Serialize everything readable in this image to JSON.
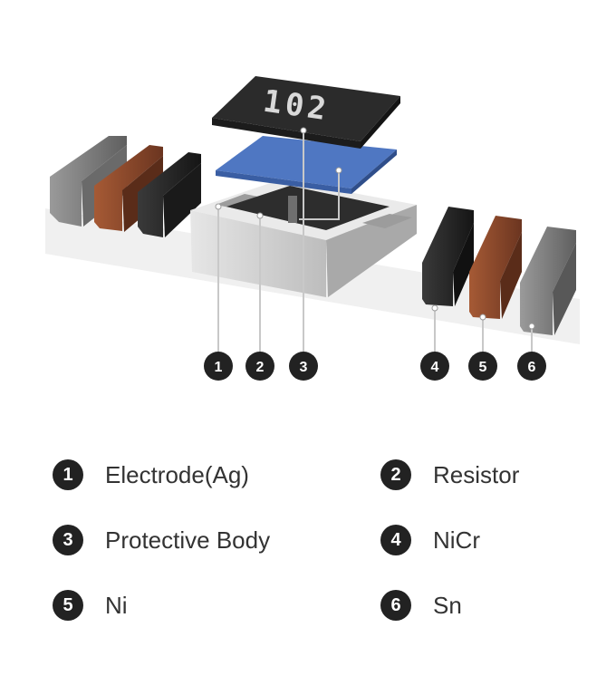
{
  "chip_code": "102",
  "callouts": [
    "1",
    "2",
    "3",
    "4",
    "5",
    "6"
  ],
  "legend": [
    {
      "num": "1",
      "label": "Electrode(Ag)"
    },
    {
      "num": "2",
      "label": "Resistor"
    },
    {
      "num": "3",
      "label": "Protective Body"
    },
    {
      "num": "4",
      "label": "NiCr"
    },
    {
      "num": "5",
      "label": "Ni"
    },
    {
      "num": "6",
      "label": "Sn"
    }
  ],
  "colors": {
    "badge": "#222222",
    "protective_top": "#2f2f2f",
    "blue_layer": "#5b82c8",
    "ceramic": "#d6d6d6",
    "copper": "#8a4a2b",
    "tin": "#7b7b7b",
    "nicr": "#262626"
  }
}
